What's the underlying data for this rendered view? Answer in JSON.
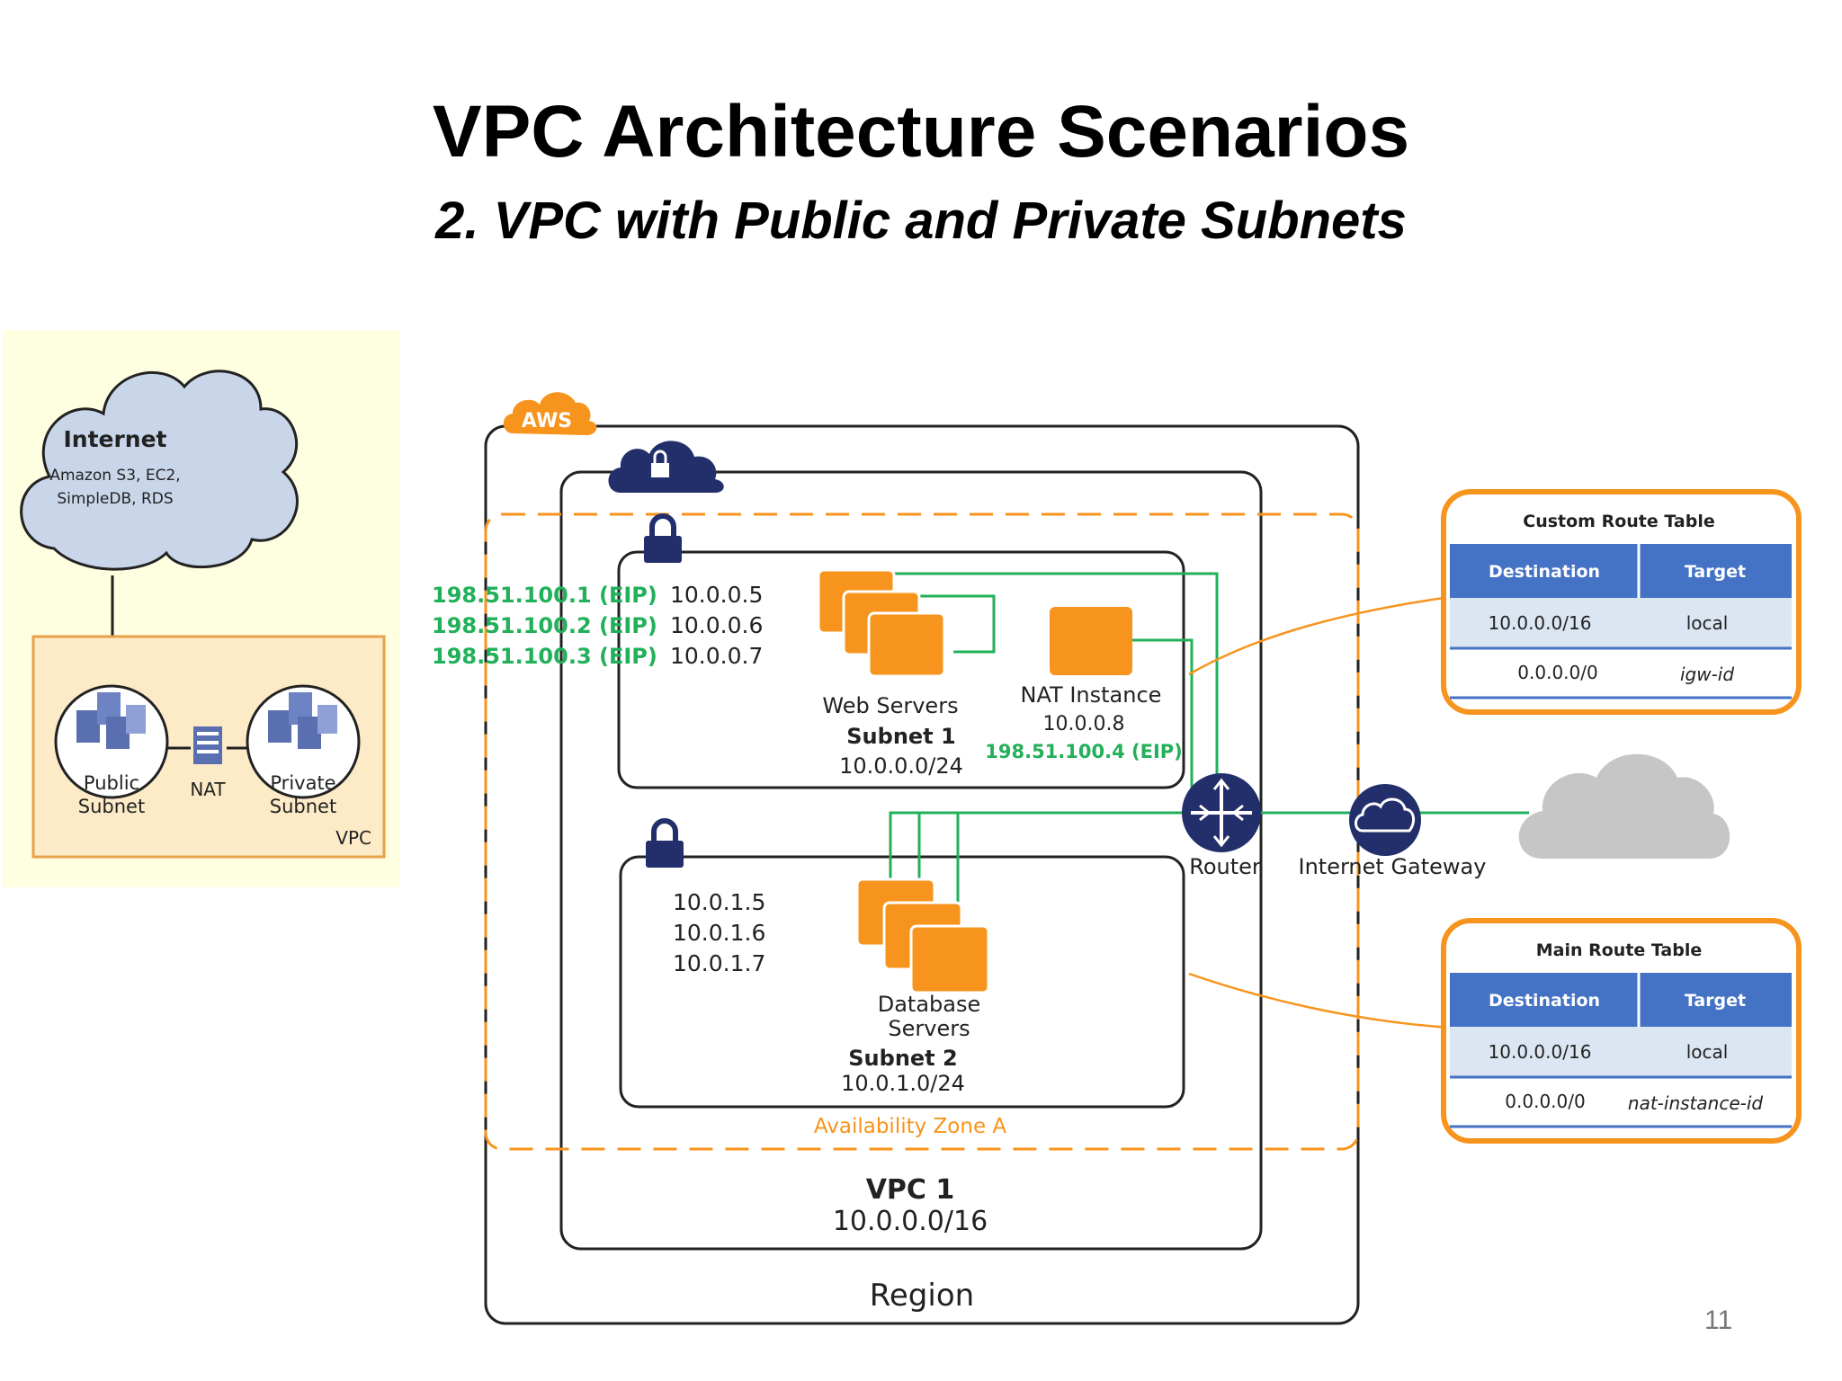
{
  "slide": {
    "title": "VPC Architecture Scenarios",
    "subtitle": "2. VPC with Public and Private Subnets",
    "page_number": "11"
  },
  "overview": {
    "internet_title": "Internet",
    "internet_services_1": "Amazon S3, EC2,",
    "internet_services_2": "SimpleDB, RDS",
    "public_line1": "Public",
    "public_line2": "Subnet",
    "nat_label": "NAT",
    "private_line1": "Private",
    "private_line2": "Subnet",
    "vpc_label": "VPC"
  },
  "diagram": {
    "aws_badge": "AWS",
    "region_label": "Region",
    "vpc_name": "VPC 1",
    "vpc_cidr": "10.0.0.0/16",
    "az_label": "Availability Zone A",
    "subnet1": {
      "eips": [
        "198.51.100.1 (EIP)",
        "198.51.100.2 (EIP)",
        "198.51.100.3 (EIP)"
      ],
      "ips": [
        "10.0.0.5",
        "10.0.0.6",
        "10.0.0.7"
      ],
      "web_servers_label": "Web Servers",
      "name": "Subnet 1",
      "cidr": "10.0.0.0/24",
      "nat_label": "NAT Instance",
      "nat_ip": "10.0.0.8",
      "nat_eip": "198.51.100.4 (EIP)"
    },
    "subnet2": {
      "ips": [
        "10.0.1.5",
        "10.0.1.6",
        "10.0.1.7"
      ],
      "db_label_1": "Database",
      "db_label_2": "Servers",
      "name": "Subnet 2",
      "cidr": "10.0.1.0/24"
    },
    "router_label": "Router",
    "igw_label": "Internet Gateway",
    "colors": {
      "orange": "#F7941D",
      "green": "#22B05A",
      "navy": "#232F6B",
      "table_header": "#4472C4",
      "table_row": "#DCE6F2"
    }
  },
  "custom_route_table": {
    "title": "Custom Route Table",
    "headers": [
      "Destination",
      "Target"
    ],
    "rows": [
      [
        "10.0.0.0/16",
        "local"
      ],
      [
        "0.0.0.0/0",
        "igw-id"
      ]
    ]
  },
  "main_route_table": {
    "title": "Main Route Table",
    "headers": [
      "Destination",
      "Target"
    ],
    "rows": [
      [
        "10.0.0.0/16",
        "local"
      ],
      [
        "0.0.0.0/0",
        "nat-instance-id"
      ]
    ]
  }
}
